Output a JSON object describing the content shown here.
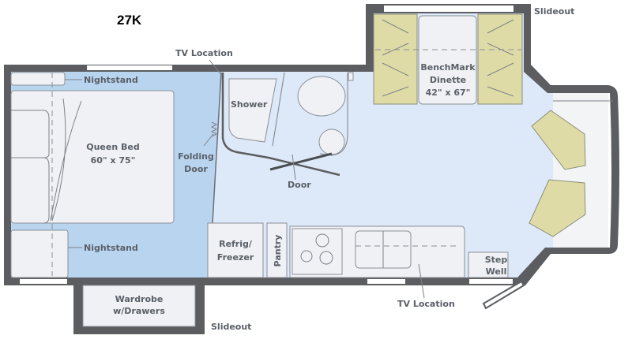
{
  "model": "27K",
  "labels": {
    "tv_location_top": "TV Location",
    "slideout_top": "Slideout",
    "nightstand_top": "Nightstand",
    "shower": "Shower",
    "dinette_1": "BenchMark",
    "dinette_2": "Dinette",
    "dinette_3": "42\" x 67\"",
    "queen_bed_1": "Queen Bed",
    "queen_bed_2": "60\" x 75\"",
    "folding_door_1": "Folding",
    "folding_door_2": "Door",
    "door": "Door",
    "nightstand_bottom": "Nightstand",
    "refrig_1": "Refrig/",
    "refrig_2": "Freezer",
    "pantry": "Pantry",
    "step_1": "Step",
    "step_2": "Well",
    "wardrobe_1": "Wardrobe",
    "wardrobe_2": "w/Drawers",
    "tv_location_bottom": "TV Location",
    "slideout_bottom": "Slideout"
  },
  "colors": {
    "bedroom": "#b9d4ef",
    "living": "#dde9f8",
    "wall": "#5b5d61",
    "upholstery": "#dfdba6"
  }
}
